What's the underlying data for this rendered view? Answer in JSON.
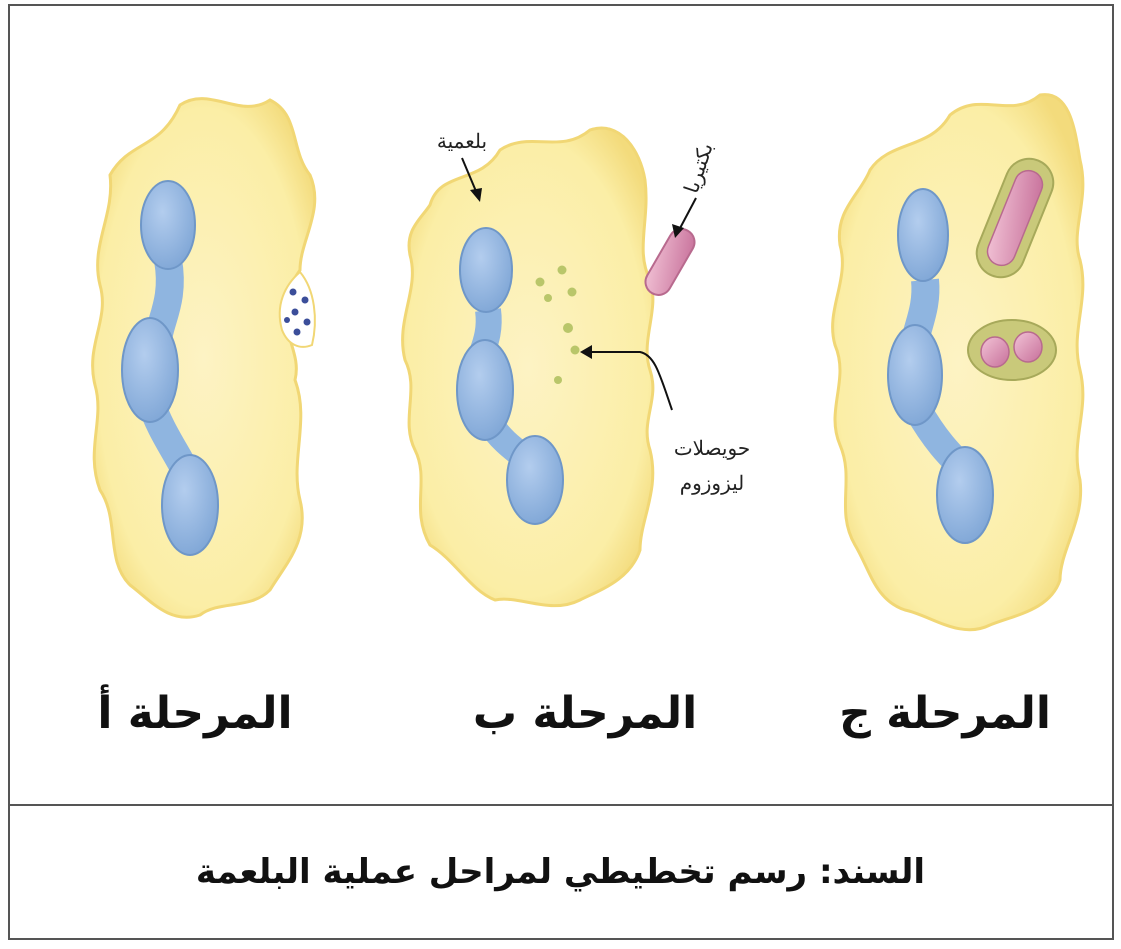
{
  "stages": [
    {
      "id": "a",
      "label": "المرحلة أ"
    },
    {
      "id": "b",
      "label": "المرحلة ب"
    },
    {
      "id": "c",
      "label": "المرحلة ج"
    }
  ],
  "callouts": {
    "phagocyte": "بلعمية",
    "bacteria": "بكتيريا",
    "lysosome_line1": "حويصلات",
    "lysosome_line2": "ليزوزوم"
  },
  "caption": "السند: رسم تخطيطي لمراحل عملية البلعمة",
  "colors": {
    "cell_fill": "#fbeea6",
    "cell_edge": "#f1d775",
    "nucleus_fill": "#8fb5e0",
    "nucleus_edge": "#6f97c8",
    "bacteria_fill": "#d98fb0",
    "vesicle_fill": "#cfd37a",
    "frame": "#555555"
  }
}
